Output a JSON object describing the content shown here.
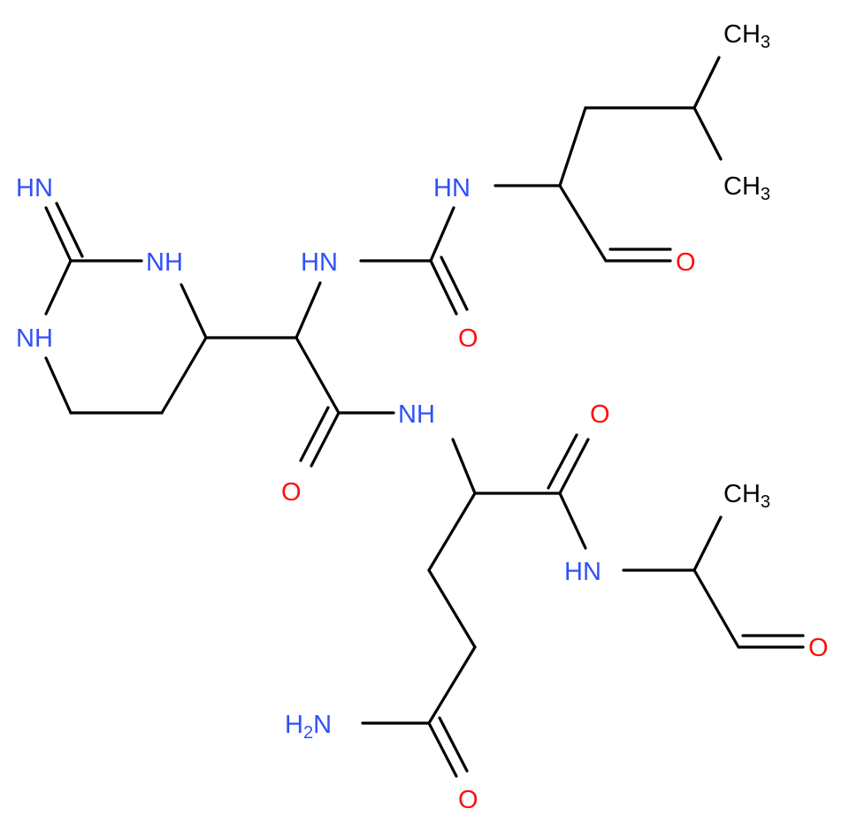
{
  "colors": {
    "bond": "#000000",
    "nitrogen": "#3050f8",
    "oxygen": "#ff0d0d",
    "carbon": "#000000"
  },
  "labels": {
    "nh_imine": "HN",
    "nh_ring_upper": "NH",
    "nh_ring_lower": "NH",
    "nh_urea_left": "HN",
    "nh_urea_right": "HN",
    "o_urea": "O",
    "o_aldehyde_top": "O",
    "ch3_top": "CH",
    "ch3_top_sub": "3",
    "ch3_mid": "CH",
    "ch3_mid_sub": "3",
    "o_amide_left": "O",
    "nh_amide_center": "NH",
    "o_amide_right": "O",
    "ch3_right": "CH",
    "ch3_right_sub": "3",
    "nh_amide_right": "HN",
    "o_aldehyde_bottom": "O",
    "nh2_amide": "H",
    "nh2_amide_sub": "2",
    "nh2_amide_n": "N",
    "o_amide_bottom": "O"
  }
}
